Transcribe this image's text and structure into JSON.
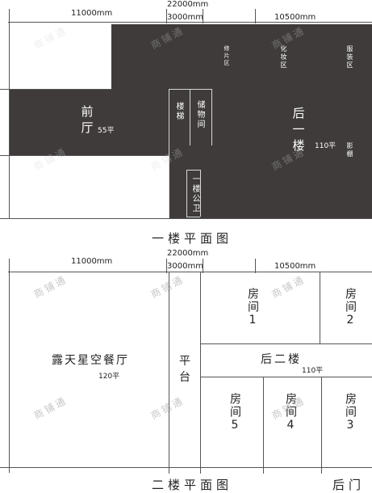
{
  "watermark": "商铺通",
  "colors": {
    "wall": "#3e3b3a",
    "line": "#555555",
    "text_dark": "#222222",
    "text_light": "#ffffff"
  },
  "floor1": {
    "dims": {
      "left": "11000mm",
      "total": "22000mm",
      "middle": "3000mm",
      "right": "10500mm"
    },
    "front_hall": {
      "name": "前厅",
      "area": "55平"
    },
    "stairs": "楼梯",
    "storage": "储物间",
    "restroom": "一楼公卫",
    "back_floor": {
      "name": "后一楼",
      "area": "110平"
    },
    "zones": {
      "repair": "修片区",
      "makeup": "化妆区",
      "costume": "服装区",
      "studio": "影棚"
    },
    "title": "一楼平面图"
  },
  "floor2": {
    "dims": {
      "left": "11000mm",
      "total": "22000mm",
      "middle": "3000mm",
      "right": "10500mm"
    },
    "terrace": {
      "name": "露天星空餐厅",
      "area": "120平"
    },
    "platform": "平台",
    "back_floor": {
      "name": "后二楼",
      "area": "110平"
    },
    "rooms": [
      "房间1",
      "房间2",
      "房间5",
      "房间4",
      "房间3"
    ],
    "title": "二楼平面图",
    "title_partial": "后门"
  }
}
